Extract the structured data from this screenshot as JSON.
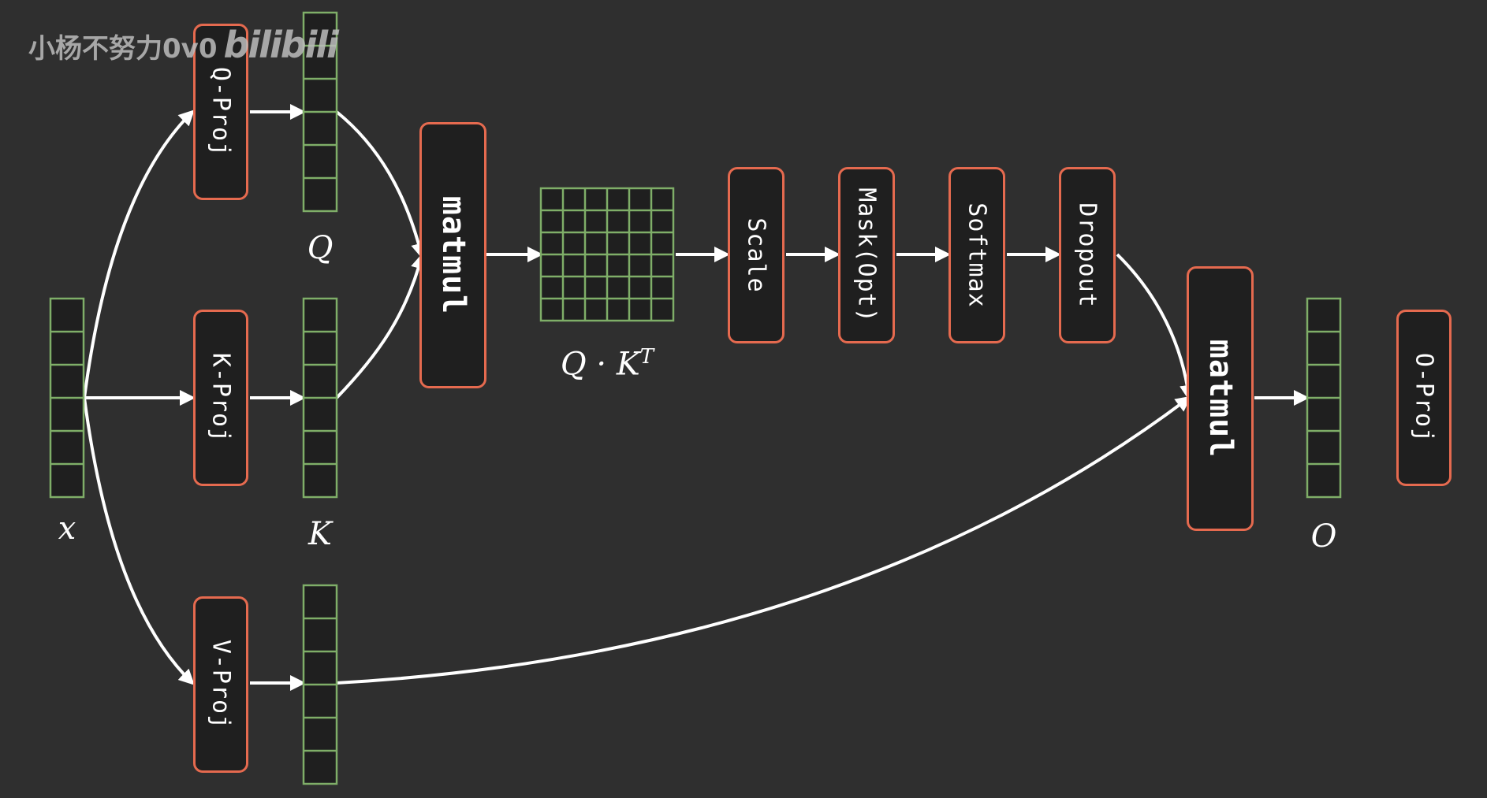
{
  "watermark": {
    "text": "小杨不努力0v0",
    "logo": "bilibili"
  },
  "blocks": {
    "q_proj": "Q-Proj",
    "k_proj": "K-Proj",
    "v_proj": "V-Proj",
    "matmul_1": "matmul",
    "scale": "Scale",
    "mask": "Mask(Opt)",
    "softmax": "Softmax",
    "dropout": "Dropout",
    "matmul_2": "matmul",
    "o_proj": "O-Proj"
  },
  "labels": {
    "x": "x",
    "q": "Q",
    "k": "K",
    "qk_base": "Q · K",
    "qk_sup": "T",
    "o": "O"
  },
  "colors": {
    "background": "#2f2f2f",
    "block_border": "#e56a4f",
    "block_fill": "#1f1f1f",
    "tensor_border": "#7fae68",
    "arrow": "#ffffff"
  }
}
